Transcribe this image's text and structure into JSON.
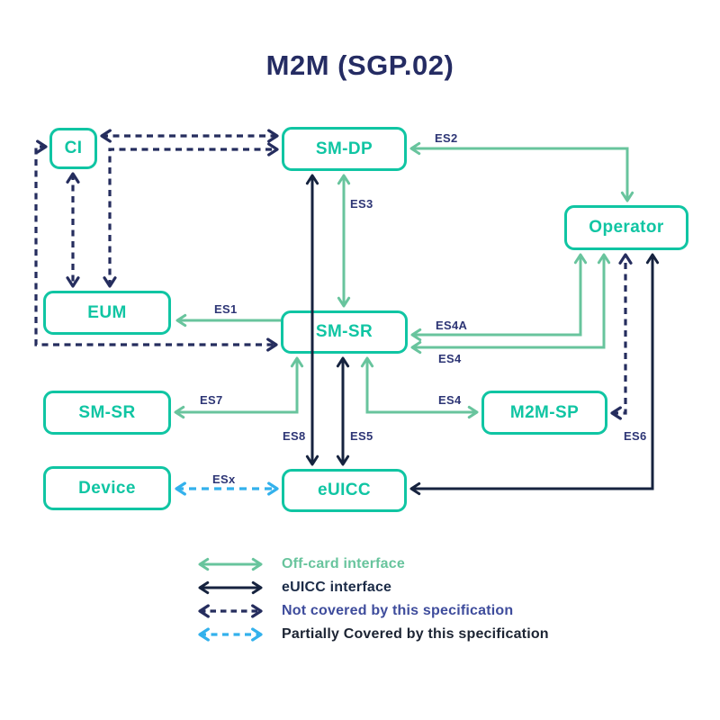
{
  "title": "M2M (SGP.02)",
  "colors": {
    "box_border_teal": "#10C5A3",
    "off_card_green": "#68C49D",
    "euicc_navy": "#16233F",
    "not_covered_indigo": "#252D5E",
    "partially_covered_cyan": "#33B1EC",
    "edge_label_indigo": "#2D3575",
    "title_text": "#252C63"
  },
  "boxes": {
    "ci": {
      "label": "CI"
    },
    "sm_dp": {
      "label": "SM-DP"
    },
    "operator": {
      "label": "Operator"
    },
    "eum": {
      "label": "EUM"
    },
    "sm_sr_center": {
      "label": "SM-SR"
    },
    "sm_sr_left": {
      "label": "SM-SR"
    },
    "m2m_sp": {
      "label": "M2M-SP"
    },
    "device": {
      "label": "Device"
    },
    "euicc": {
      "label": "eUICC"
    }
  },
  "edges": {
    "es1": {
      "label": "ES1",
      "from": "SM-SR",
      "to": "EUM",
      "type": "off-card"
    },
    "es2": {
      "label": "ES2",
      "from": "Operator",
      "to": "SM-DP",
      "type": "off-card"
    },
    "es3": {
      "label": "ES3",
      "from": "SM-SR",
      "to": "SM-DP",
      "type": "off-card"
    },
    "es4a": {
      "label": "ES4A",
      "from": "Operator",
      "to": "SM-SR",
      "type": "off-card"
    },
    "es4_upper": {
      "label": "ES4",
      "from": "Operator",
      "to": "SM-SR",
      "type": "off-card"
    },
    "es7": {
      "label": "ES7",
      "from": "SM-SR center",
      "to": "SM-SR left",
      "type": "off-card"
    },
    "es4_lower": {
      "label": "ES4",
      "from": "SM-SR",
      "to": "M2M-SP",
      "type": "off-card"
    },
    "es8": {
      "label": "ES8",
      "from": "SM-DP",
      "to": "eUICC",
      "type": "euicc"
    },
    "es5": {
      "label": "ES5",
      "from": "SM-SR",
      "to": "eUICC",
      "type": "euicc"
    },
    "euicc_operator": {
      "label": "",
      "from": "eUICC",
      "to": "Operator",
      "type": "euicc"
    },
    "ci_sm_dp": {
      "label": "",
      "from": "CI",
      "to": "SM-DP",
      "type": "not-covered"
    },
    "eum_sm_dp": {
      "label": "",
      "from": "EUM",
      "to": "SM-DP",
      "type": "not-covered"
    },
    "ci_eum": {
      "label": "",
      "from": "CI",
      "to": "EUM",
      "type": "not-covered"
    },
    "ci_sm_sr": {
      "label": "",
      "from": "CI",
      "to": "SM-SR",
      "type": "not-covered"
    },
    "es6": {
      "label": "ES6",
      "from": "Operator",
      "to": "M2M-SP",
      "type": "not-covered"
    },
    "esx": {
      "label": "ESx",
      "from": "Device",
      "to": "eUICC",
      "type": "partially-covered"
    }
  },
  "legend": {
    "items": [
      {
        "label": "Off-card interface",
        "style": "solid",
        "color": "#68C49D"
      },
      {
        "label": "eUICC interface",
        "style": "solid",
        "color": "#16233F"
      },
      {
        "label": "Not covered by this specification",
        "style": "dashed",
        "color": "#252D5E"
      },
      {
        "label": "Partially Covered by this specification",
        "style": "dashed",
        "color": "#33B1EC"
      }
    ]
  }
}
